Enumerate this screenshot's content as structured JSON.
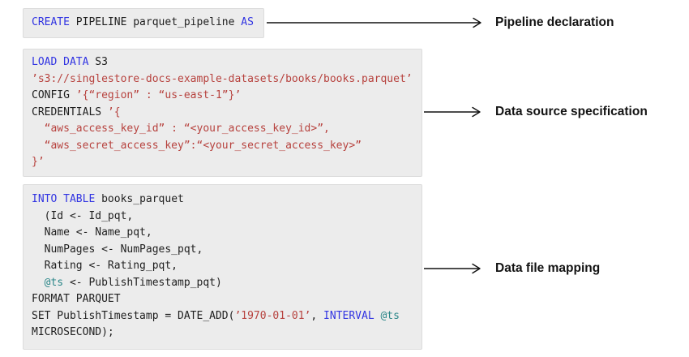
{
  "colors": {
    "keyword": "#3134e2",
    "string": "#b7423e",
    "variable": "#2a8688",
    "code_text": "#1f1f1f",
    "box_background": "#ececec",
    "box_border": "#dcdcdc",
    "arrow": "#111111",
    "label_text": "#131313"
  },
  "annotations": [
    {
      "text": "Pipeline declaration"
    },
    {
      "text": "Data source specification"
    },
    {
      "text": "Data file mapping"
    }
  ],
  "code_blocks": [
    {
      "id": "pipeline-declaration",
      "lines": [
        [
          {
            "c": "kw",
            "t": "CREATE"
          },
          {
            "c": "plain",
            "t": " PIPELINE parquet_pipeline "
          },
          {
            "c": "kw",
            "t": "AS"
          }
        ]
      ]
    },
    {
      "id": "data-source-specification",
      "lines": [
        [
          {
            "c": "kw",
            "t": "LOAD DATA"
          },
          {
            "c": "plain",
            "t": " S3"
          }
        ],
        [
          {
            "c": "str",
            "t": "’s3://singlestore-docs-example-datasets/books/books.parquet’"
          }
        ],
        [
          {
            "c": "plain",
            "t": "CONFIG "
          },
          {
            "c": "str",
            "t": "’{“region” : “us-east-1”}’"
          }
        ],
        [
          {
            "c": "plain",
            "t": "CREDENTIALS "
          },
          {
            "c": "str",
            "t": "’{"
          }
        ],
        [
          {
            "c": "str",
            "t": "  “aws_access_key_id” : “<your_access_key_id>”,"
          }
        ],
        [
          {
            "c": "str",
            "t": "  “aws_secret_access_key”:“<your_secret_access_key>”"
          }
        ],
        [
          {
            "c": "str",
            "t": "}’"
          }
        ]
      ]
    },
    {
      "id": "data-file-mapping",
      "lines": [
        [
          {
            "c": "kw",
            "t": "INTO TABLE"
          },
          {
            "c": "plain",
            "t": " books_parquet"
          }
        ],
        [
          {
            "c": "plain",
            "t": "  (Id <- Id_pqt,"
          }
        ],
        [
          {
            "c": "plain",
            "t": "  Name <- Name_pqt,"
          }
        ],
        [
          {
            "c": "plain",
            "t": "  NumPages <- NumPages_pqt,"
          }
        ],
        [
          {
            "c": "plain",
            "t": "  Rating <- Rating_pqt,"
          }
        ],
        [
          {
            "c": "plain",
            "t": "  "
          },
          {
            "c": "var",
            "t": "@ts"
          },
          {
            "c": "plain",
            "t": " <- PublishTimestamp_pqt)"
          }
        ],
        [
          {
            "c": "plain",
            "t": "FORMAT PARQUET"
          }
        ],
        [
          {
            "c": "plain",
            "t": "SET PublishTimestamp = DATE_ADD("
          },
          {
            "c": "str",
            "t": "’1970-01-01’"
          },
          {
            "c": "plain",
            "t": ", "
          },
          {
            "c": "kw",
            "t": "INTERVAL"
          },
          {
            "c": "plain",
            "t": " "
          },
          {
            "c": "var",
            "t": "@ts"
          }
        ],
        [
          {
            "c": "plain",
            "t": "MICROSECOND);"
          }
        ]
      ]
    }
  ]
}
